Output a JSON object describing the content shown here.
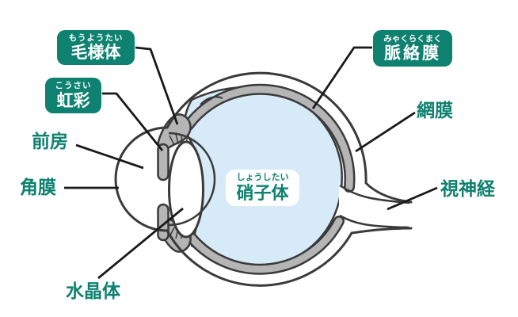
{
  "figure": {
    "type": "eye-anatomy-cross-section-diagram"
  },
  "colors": {
    "accent_teal": "#0e8170",
    "outline_dark": "#3a3a3a",
    "tissue_gray": "#b5b5b5",
    "vitreous_blue": "#d7eaf8",
    "pointer_black": "#1a1a1a",
    "label_box_white": "#ffffff"
  },
  "labels": {
    "ciliary_body": {
      "furigana": "もうようたい",
      "text": "毛様体",
      "style": "badge"
    },
    "iris": {
      "furigana": "こうさい",
      "text": "虹彩",
      "style": "badge"
    },
    "choroid": {
      "furigana": "みゃくらくまく",
      "text": "脈絡膜",
      "style": "badge"
    },
    "anterior_chamber": {
      "text": "前房",
      "style": "plain"
    },
    "cornea": {
      "text": "角膜",
      "style": "plain"
    },
    "lens": {
      "text": "水晶体",
      "style": "plain"
    },
    "retina": {
      "text": "網膜",
      "style": "plain"
    },
    "optic_nerve": {
      "text": "視神経",
      "style": "plain"
    },
    "vitreous_body": {
      "furigana": "しょうしたい",
      "text": "硝子体",
      "style": "white-box"
    }
  }
}
